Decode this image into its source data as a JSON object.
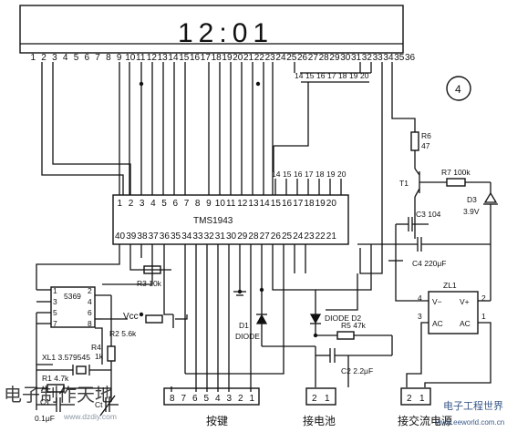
{
  "display": {
    "digits": "12:01",
    "pins": [
      "1",
      "2",
      "3",
      "4",
      "5",
      "6",
      "7",
      "8",
      "9",
      "10",
      "11",
      "12",
      "13",
      "14",
      "15",
      "16",
      "17",
      "18",
      "19",
      "20",
      "21",
      "22",
      "23",
      "24",
      "25",
      "26",
      "27",
      "28",
      "29",
      "30",
      "31",
      "32",
      "33",
      "34",
      "35",
      "36"
    ]
  },
  "figure_number": "4",
  "chip": {
    "name": "TMS1943",
    "top_pins": [
      "1",
      "2",
      "3",
      "4",
      "5",
      "6",
      "7",
      "8",
      "9",
      "10",
      "11",
      "12",
      "13",
      "14",
      "15",
      "16",
      "17",
      "18",
      "19",
      "20"
    ],
    "bottom_pins": [
      "40",
      "39",
      "38",
      "37",
      "36",
      "35",
      "34",
      "33",
      "32",
      "31",
      "30",
      "29",
      "28",
      "27",
      "26",
      "25",
      "24",
      "23",
      "22",
      "21"
    ],
    "grid_pins": [
      "14",
      "15",
      "16",
      "17",
      "18",
      "19",
      "20"
    ]
  },
  "osc": {
    "name": "5369",
    "left_pins": [
      "1",
      "3",
      "5",
      "7"
    ],
    "right_pins": [
      "2",
      "4",
      "6",
      "8"
    ]
  },
  "components": {
    "r1": "R1 4.7k",
    "r2": "R2 5.6k",
    "r3": "R3 10k",
    "r4": "R4",
    "r4_val": "1k",
    "r5": "R5 47k",
    "r6": "R6",
    "r6_val": "47",
    "r7": "R7 100k",
    "xl1": "XL1 3.579545",
    "c1": "C1",
    "c1_val": "0.1μF",
    "ct": "Ct",
    "c2": "C2 2.2μF",
    "c3": "C3 104",
    "c4": "C4 220μF",
    "d1": "D1",
    "d1_val": "DIODE",
    "d2": "DIODE D2",
    "d3": "D3",
    "d3_val": "3.9V",
    "t1": "T1",
    "vcc": "Vcc",
    "zl1": "ZL1",
    "zl_vminus": "V−",
    "zl_vplus": "V+",
    "zl_ac1": "AC",
    "zl_ac2": "AC",
    "zl_pin4": "4",
    "zl_pin2": "2",
    "zl_pin3": "3",
    "zl_pin1": "1"
  },
  "connectors": {
    "keys_pins": [
      "8",
      "7",
      "6",
      "5",
      "4",
      "3",
      "2",
      "1"
    ],
    "keys_label": "按键",
    "battery_pins": [
      "2",
      "1"
    ],
    "battery_label": "接电池",
    "ac_pins": [
      "2",
      "1"
    ],
    "ac_label": "接交流电源"
  },
  "watermarks": {
    "left": "电子制作天地",
    "left_url": "www.dzdiy.com",
    "right": "电子工程世界",
    "right_url": "www.eeworld.com.cn"
  }
}
